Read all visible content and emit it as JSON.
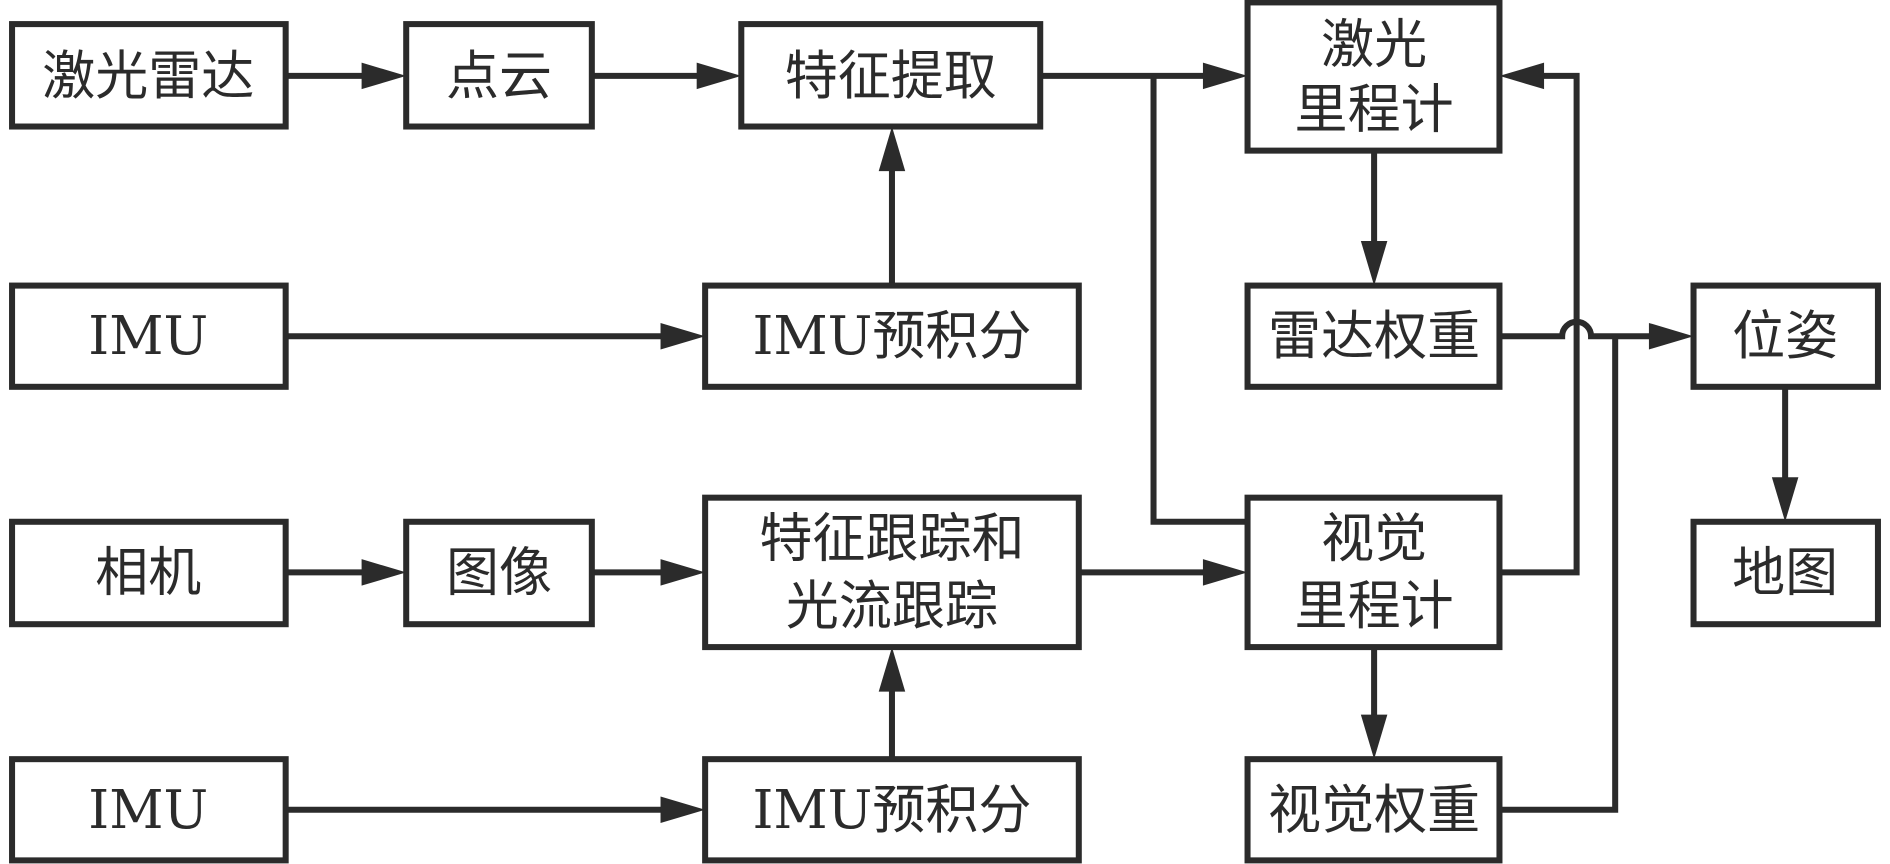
{
  "diagram": {
    "type": "flowchart",
    "nodes": {
      "lidar": "激光雷达",
      "point_cloud": "点云",
      "feature_extraction": "特征提取",
      "lidar_odometry": [
        "激光",
        "里程计"
      ],
      "imu_1": "IMU",
      "imu_preintegration_1": "IMU预积分",
      "lidar_weight": "雷达权重",
      "pose": "位姿",
      "camera": "相机",
      "image": "图像",
      "feature_tracking": [
        "特征跟踪和",
        "光流跟踪"
      ],
      "visual_odometry": [
        "视觉",
        "里程计"
      ],
      "map": "地图",
      "imu_2": "IMU",
      "imu_preintegration_2": "IMU预积分",
      "visual_weight": "视觉权重"
    },
    "edges": [
      [
        "lidar",
        "point_cloud"
      ],
      [
        "point_cloud",
        "feature_extraction"
      ],
      [
        "feature_extraction",
        "lidar_odometry"
      ],
      [
        "feature_extraction",
        "visual_odometry"
      ],
      [
        "imu_1",
        "imu_preintegration_1"
      ],
      [
        "imu_preintegration_1",
        "feature_extraction"
      ],
      [
        "lidar_odometry",
        "lidar_weight"
      ],
      [
        "visual_odometry",
        "lidar_odometry"
      ],
      [
        "lidar_weight",
        "pose"
      ],
      [
        "visual_weight",
        "pose"
      ],
      [
        "pose",
        "map"
      ],
      [
        "camera",
        "image"
      ],
      [
        "image",
        "feature_tracking"
      ],
      [
        "feature_tracking",
        "visual_odometry"
      ],
      [
        "imu_2",
        "imu_preintegration_2"
      ],
      [
        "imu_preintegration_2",
        "feature_tracking"
      ],
      [
        "visual_odometry",
        "visual_weight"
      ]
    ],
    "colors": {
      "stroke": "#2b2b2b",
      "background": "#ffffff"
    }
  }
}
